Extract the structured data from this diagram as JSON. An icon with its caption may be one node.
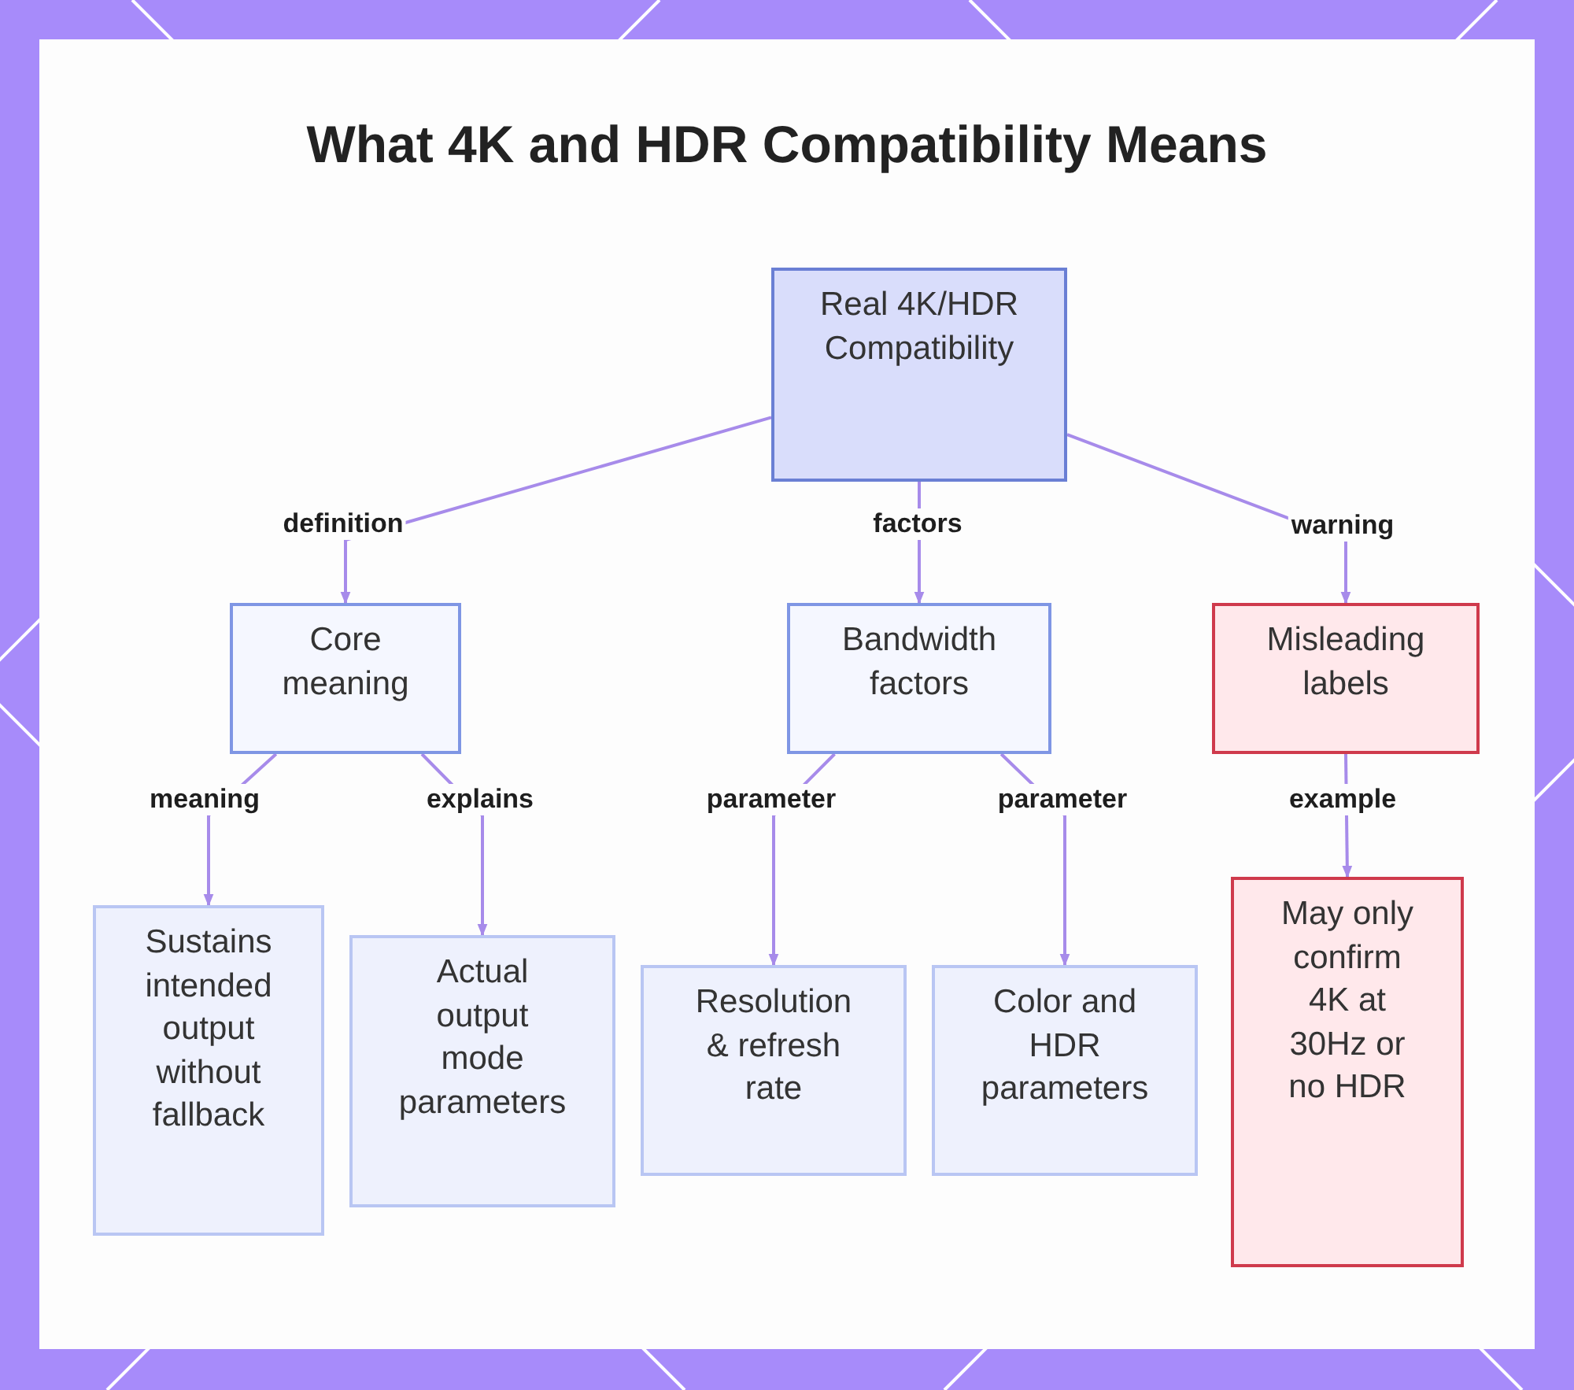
{
  "diagram": {
    "title": "What 4K and HDR Compatibility Means",
    "nodes": [
      {
        "text": [
          "Real 4K/HDR Compatibility"
        ]
      },
      {
        "text": [
          "Core meaning"
        ]
      },
      {
        "text": [
          "Bandwidth factors"
        ]
      },
      {
        "text": [
          "Misleading labels"
        ]
      },
      {
        "text": [
          "Sustains intended output without fallback"
        ]
      },
      {
        "text": [
          "Actual output mode parameters"
        ]
      },
      {
        "text": [
          "Resolution & refresh rate"
        ]
      },
      {
        "text": [
          "Color and HDR parameters"
        ]
      },
      {
        "text": [
          "May only confirm 4K at 30Hz or no HDR"
        ]
      }
    ],
    "edges": [
      {
        "from": 0,
        "to": 1,
        "arrow": "to",
        "label": "definition"
      },
      {
        "from": 0,
        "to": 2,
        "arrow": "to",
        "label": "factors"
      },
      {
        "from": 0,
        "to": 3,
        "arrow": "to",
        "label": "warning"
      },
      {
        "from": 1,
        "to": 4,
        "arrow": "to",
        "label": "meaning"
      },
      {
        "from": 1,
        "to": 5,
        "arrow": "to",
        "label": "explains"
      },
      {
        "from": 2,
        "to": 6,
        "arrow": "to",
        "label": "parameter"
      },
      {
        "from": 2,
        "to": 7,
        "arrow": "to",
        "label": "parameter"
      },
      {
        "from": 3,
        "to": 8,
        "arrow": "to",
        "label": "example"
      }
    ]
  }
}
